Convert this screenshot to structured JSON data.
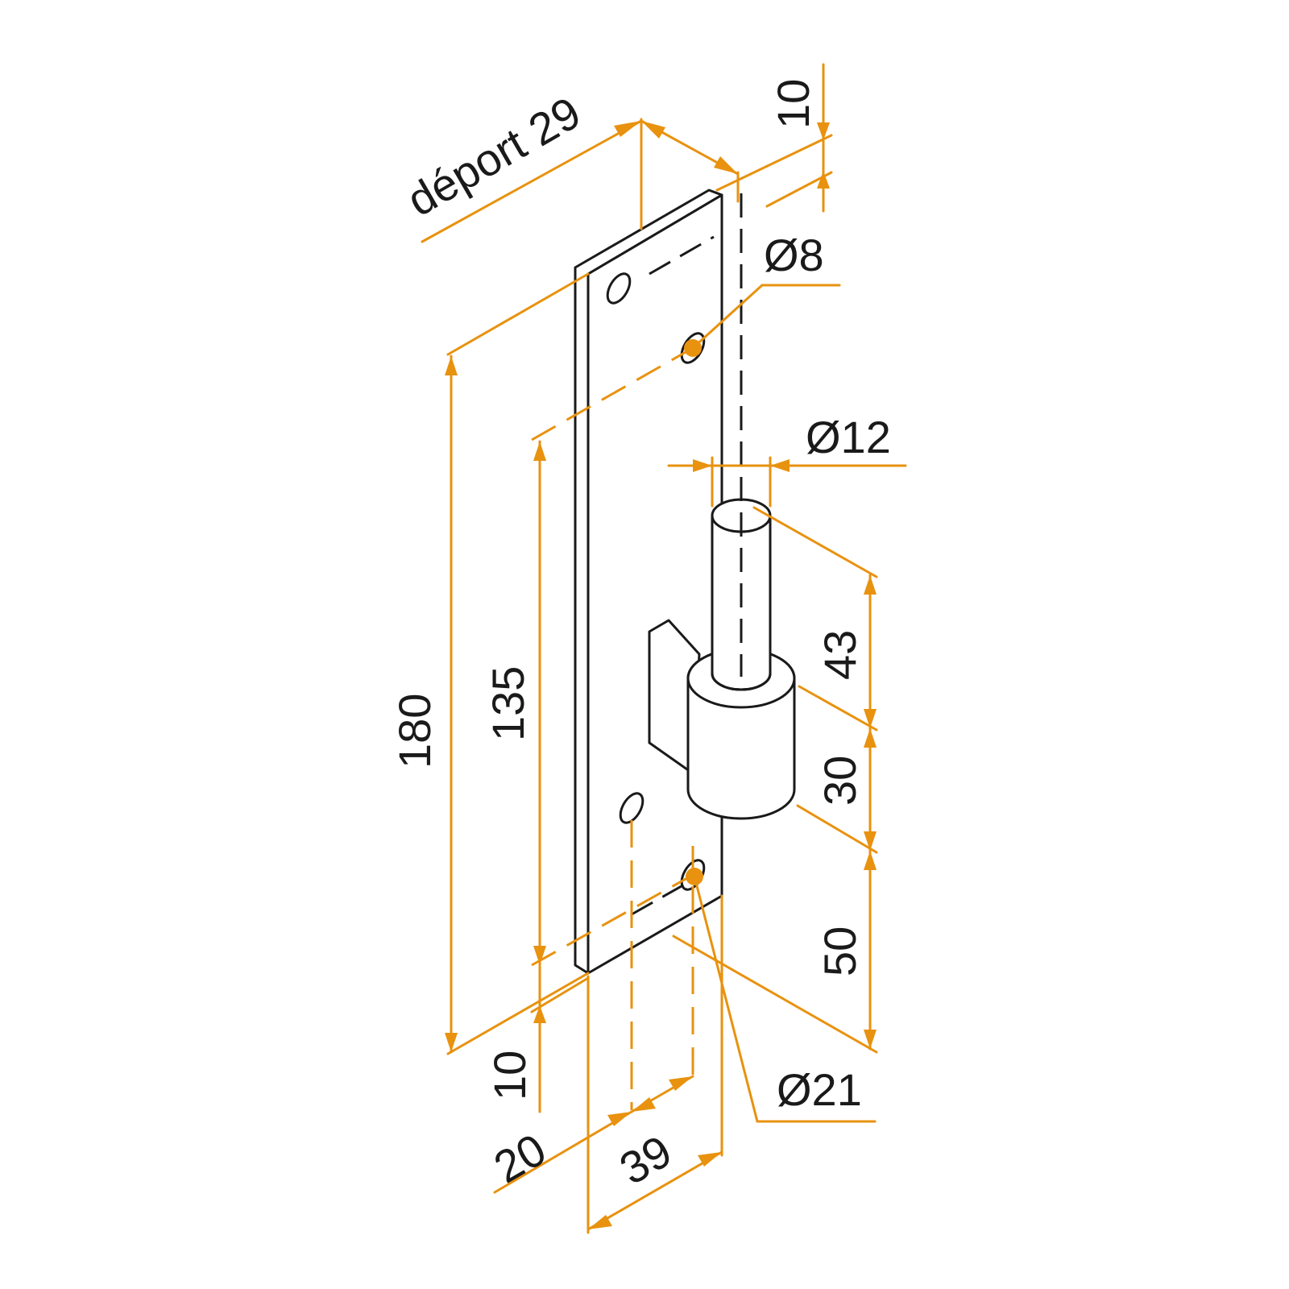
{
  "labels": {
    "deport": "déport 29",
    "top_offset": "10",
    "hole_dia": "Ø8",
    "pin_dia": "Ø12",
    "pin_len": "43",
    "knuckle_len": "30",
    "knuckle_pos": "50",
    "knuckle_dia": "Ø21",
    "plate_height": "180",
    "hole_spacing": "135",
    "bottom_offset": "10",
    "hole_inset": "20",
    "plate_width": "39"
  },
  "colors": {
    "dimension": "#e8920f",
    "outline": "#1a1a1a",
    "background": "#ffffff"
  }
}
